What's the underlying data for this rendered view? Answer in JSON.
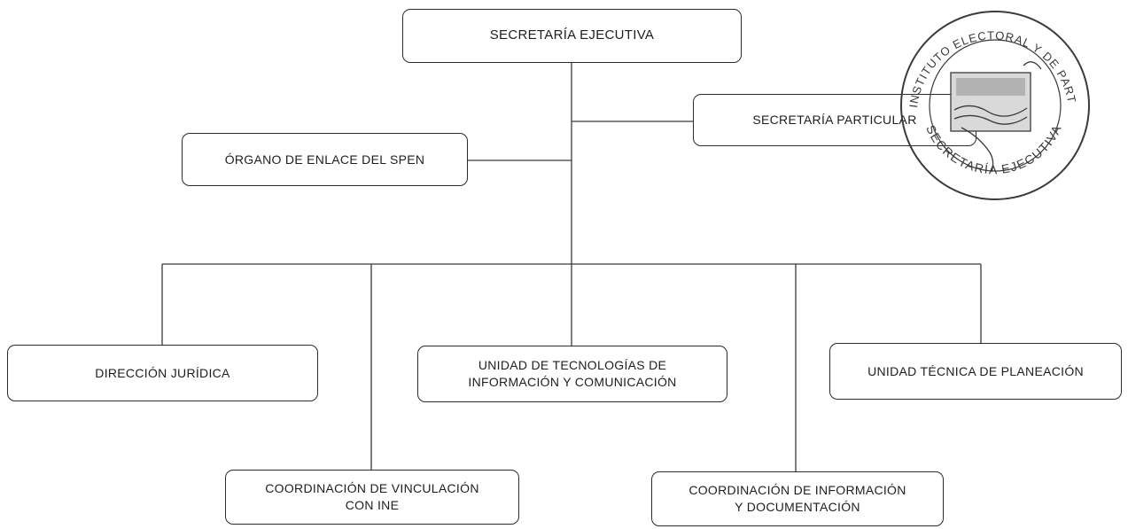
{
  "nodes": {
    "secretaria_ejecutiva": {
      "lines": [
        "SECRETARÍA EJECUTIVA"
      ]
    },
    "secretaria_particular": {
      "lines": [
        "SECRETARÍA PARTICULAR"
      ]
    },
    "organo_enlace": {
      "lines": [
        "ÓRGANO DE ENLACE DEL SPEN"
      ]
    },
    "direccion_juridica": {
      "lines": [
        "DIRECCIÓN JURÍDICA"
      ]
    },
    "unidad_tecnologias": {
      "lines": [
        "UNIDAD DE TECNOLOGÍAS DE",
        "INFORMACIÓN Y COMUNICACIÓN"
      ]
    },
    "unidad_planeacion": {
      "lines": [
        "UNIDAD TÉCNICA DE PLANEACIÓN"
      ]
    },
    "coordinacion_vinculacion": {
      "lines": [
        "COORDINACIÓN DE VINCULACIÓN",
        "CON INE"
      ]
    },
    "coordinacion_informacion": {
      "lines": [
        "COORDINACIÓN DE INFORMACIÓN",
        "Y DOCUMENTACIÓN"
      ]
    }
  },
  "seal": {
    "outer_text": "INSTITUTO ELECTORAL Y DE PARTICIPACIÓN CIUDADANA DE TABASCO",
    "bottom_text": "SECRETARÍA EJECUTIVA",
    "color": "#3a3a3a"
  },
  "colors": {
    "line": "#3a3a3a",
    "border": "#2b2b2b",
    "text": "#1e1e1e"
  }
}
